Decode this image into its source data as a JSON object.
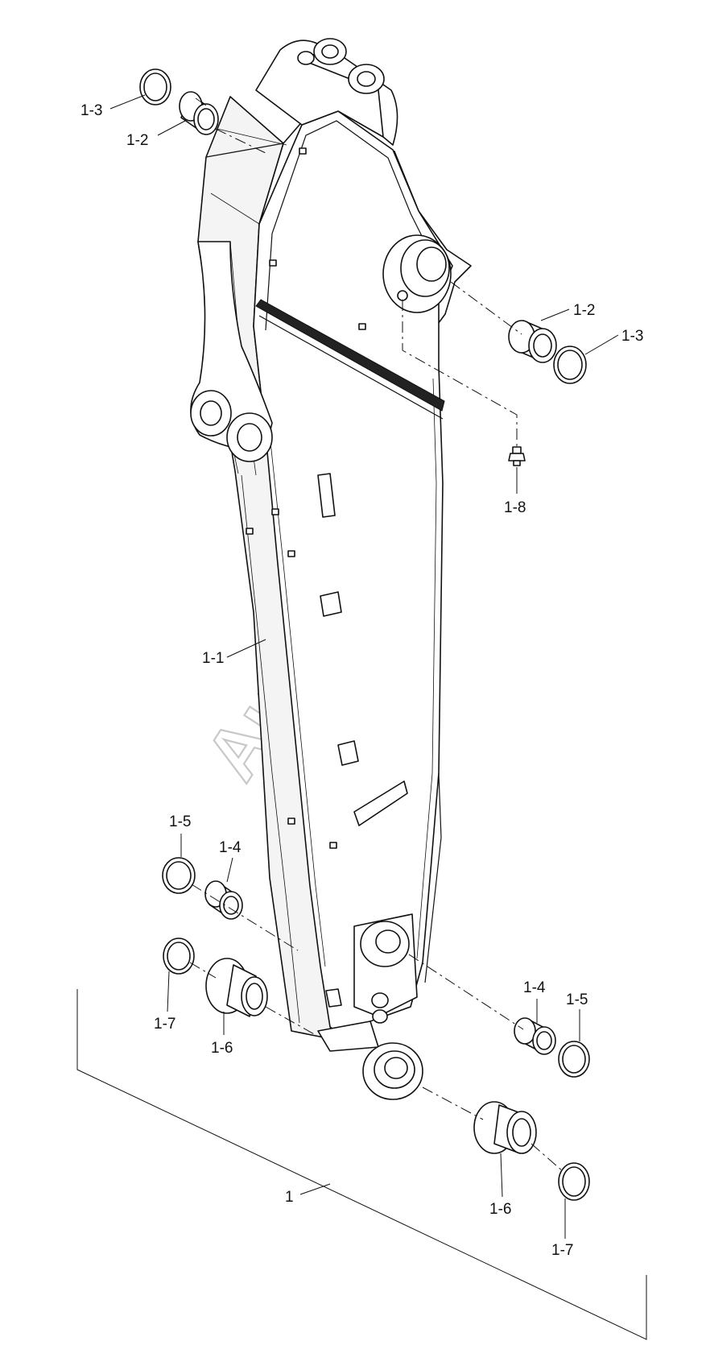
{
  "watermark": "AutoSoft",
  "callouts": [
    {
      "id": "c1",
      "label": "1"
    },
    {
      "id": "c11",
      "label": "1-1"
    },
    {
      "id": "c12a",
      "label": "1-2"
    },
    {
      "id": "c12b",
      "label": "1-2"
    },
    {
      "id": "c13a",
      "label": "1-3"
    },
    {
      "id": "c13b",
      "label": "1-3"
    },
    {
      "id": "c14a",
      "label": "1-4"
    },
    {
      "id": "c14b",
      "label": "1-4"
    },
    {
      "id": "c15a",
      "label": "1-5"
    },
    {
      "id": "c15b",
      "label": "1-5"
    },
    {
      "id": "c16a",
      "label": "1-6"
    },
    {
      "id": "c16b",
      "label": "1-6"
    },
    {
      "id": "c17a",
      "label": "1-7"
    },
    {
      "id": "c17b",
      "label": "1-7"
    },
    {
      "id": "c18",
      "label": "1-8"
    }
  ]
}
